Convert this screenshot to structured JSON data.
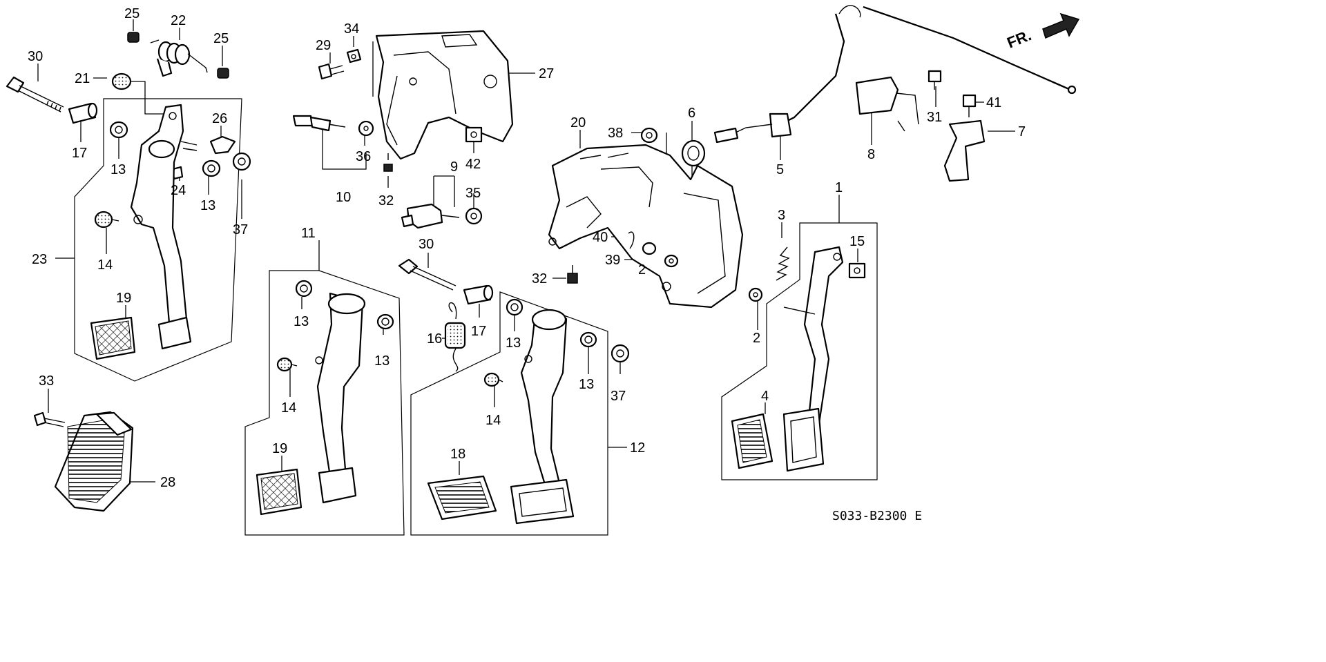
{
  "diagram": {
    "code": "S033-B2300 E",
    "direction_label": "FR.",
    "callouts": [
      {
        "id": "c30a",
        "text": "30"
      },
      {
        "id": "c25a",
        "text": "25"
      },
      {
        "id": "c22",
        "text": "22"
      },
      {
        "id": "c25b",
        "text": "25"
      },
      {
        "id": "c21",
        "text": "21"
      },
      {
        "id": "c26",
        "text": "26"
      },
      {
        "id": "c17a",
        "text": "17"
      },
      {
        "id": "c13a",
        "text": "13"
      },
      {
        "id": "c24",
        "text": "24"
      },
      {
        "id": "c13b",
        "text": "13"
      },
      {
        "id": "c37a",
        "text": "37"
      },
      {
        "id": "c23",
        "text": "23"
      },
      {
        "id": "c14a",
        "text": "14"
      },
      {
        "id": "c19a",
        "text": "19"
      },
      {
        "id": "c33",
        "text": "33"
      },
      {
        "id": "c28",
        "text": "28"
      },
      {
        "id": "c29",
        "text": "29"
      },
      {
        "id": "c34",
        "text": "34"
      },
      {
        "id": "c27",
        "text": "27"
      },
      {
        "id": "c36",
        "text": "36"
      },
      {
        "id": "c10",
        "text": "10"
      },
      {
        "id": "c32a",
        "text": "32"
      },
      {
        "id": "c9",
        "text": "9"
      },
      {
        "id": "c42",
        "text": "42"
      },
      {
        "id": "c35",
        "text": "35"
      },
      {
        "id": "c30b",
        "text": "30"
      },
      {
        "id": "c11",
        "text": "11"
      },
      {
        "id": "c13c",
        "text": "13"
      },
      {
        "id": "c13d",
        "text": "13"
      },
      {
        "id": "c14b",
        "text": "14"
      },
      {
        "id": "c19b",
        "text": "19"
      },
      {
        "id": "c16",
        "text": "16"
      },
      {
        "id": "c17b",
        "text": "17"
      },
      {
        "id": "c13e",
        "text": "13"
      },
      {
        "id": "c13f",
        "text": "13"
      },
      {
        "id": "c37b",
        "text": "37"
      },
      {
        "id": "c14c",
        "text": "14"
      },
      {
        "id": "c18",
        "text": "18"
      },
      {
        "id": "c12",
        "text": "12"
      },
      {
        "id": "c20",
        "text": "20"
      },
      {
        "id": "c38",
        "text": "38"
      },
      {
        "id": "c6",
        "text": "6"
      },
      {
        "id": "c40",
        "text": "40"
      },
      {
        "id": "c39",
        "text": "39"
      },
      {
        "id": "c2a",
        "text": "2"
      },
      {
        "id": "c32b",
        "text": "32"
      },
      {
        "id": "c5",
        "text": "5"
      },
      {
        "id": "c8",
        "text": "8"
      },
      {
        "id": "c31",
        "text": "31"
      },
      {
        "id": "c41",
        "text": "41"
      },
      {
        "id": "c7",
        "text": "7"
      },
      {
        "id": "c1",
        "text": "1"
      },
      {
        "id": "c3",
        "text": "3"
      },
      {
        "id": "c15",
        "text": "15"
      },
      {
        "id": "c2b",
        "text": "2"
      },
      {
        "id": "c4",
        "text": "4"
      }
    ]
  }
}
